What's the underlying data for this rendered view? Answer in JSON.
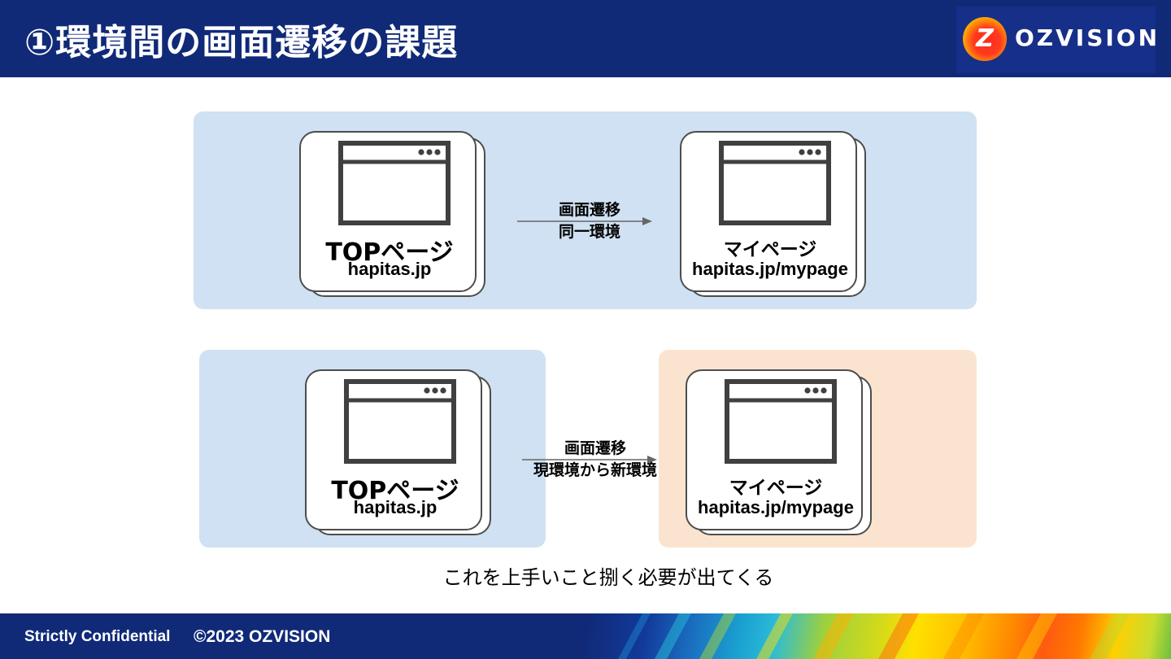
{
  "header": {
    "title": "①環境間の画面遷移の課題",
    "logo_text": "OZVISION",
    "logo_mark": "Z"
  },
  "diagram_top": {
    "source": {
      "title": "TOPページ",
      "url": "hapitas.jp"
    },
    "target": {
      "title": "マイページ",
      "url": "hapitas.jp/mypage"
    },
    "arrow_line1": "画面遷移",
    "arrow_line2": "同一環境"
  },
  "diagram_bottom": {
    "source": {
      "title": "TOPページ",
      "url": "hapitas.jp"
    },
    "target": {
      "title": "マイページ",
      "url": "hapitas.jp/mypage"
    },
    "arrow_line1": "画面遷移",
    "arrow_line2": "現環境から新環境"
  },
  "caption": "これを上手いこと捌く必要が出てくる",
  "footer": {
    "confidential": "Strictly Confidential",
    "copyright": "©2023 OZVISION"
  },
  "colors": {
    "header_bg": "#102a78",
    "panel_blue": "#cfe1f2",
    "panel_orange": "#fbe4cf",
    "icon_stroke": "#404040"
  },
  "icons": [
    "browser-window-icon",
    "ozvision-logo-icon",
    "arrow-right-icon"
  ]
}
